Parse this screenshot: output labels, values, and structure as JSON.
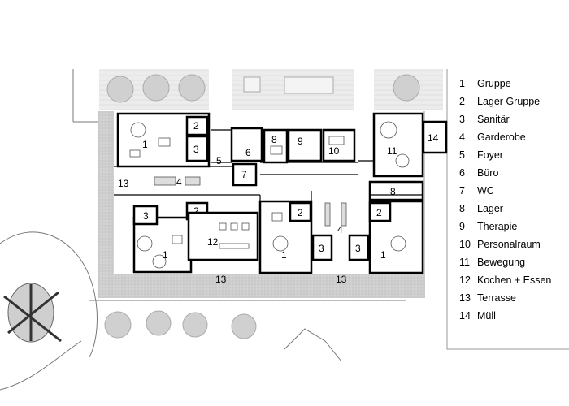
{
  "legend": [
    {
      "num": "1",
      "label": "Gruppe"
    },
    {
      "num": "2",
      "label": "Lager Gruppe"
    },
    {
      "num": "3",
      "label": "Sanitär"
    },
    {
      "num": "4",
      "label": "Garderobe"
    },
    {
      "num": "5",
      "label": "Foyer"
    },
    {
      "num": "6",
      "label": "Büro"
    },
    {
      "num": "7",
      "label": "WC"
    },
    {
      "num": "8",
      "label": "Lager"
    },
    {
      "num": "9",
      "label": "Therapie"
    },
    {
      "num": "10",
      "label": "Personalraum"
    },
    {
      "num": "11",
      "label": "Bewegung"
    },
    {
      "num": "12",
      "label": "Kochen + Essen"
    },
    {
      "num": "13",
      "label": "Terrasse"
    },
    {
      "num": "14",
      "label": "Müll"
    }
  ],
  "room_numbers": [
    "1",
    "2",
    "3",
    "4",
    "5",
    "6",
    "7",
    "8",
    "9",
    "10",
    "11",
    "12",
    "13",
    "14"
  ]
}
